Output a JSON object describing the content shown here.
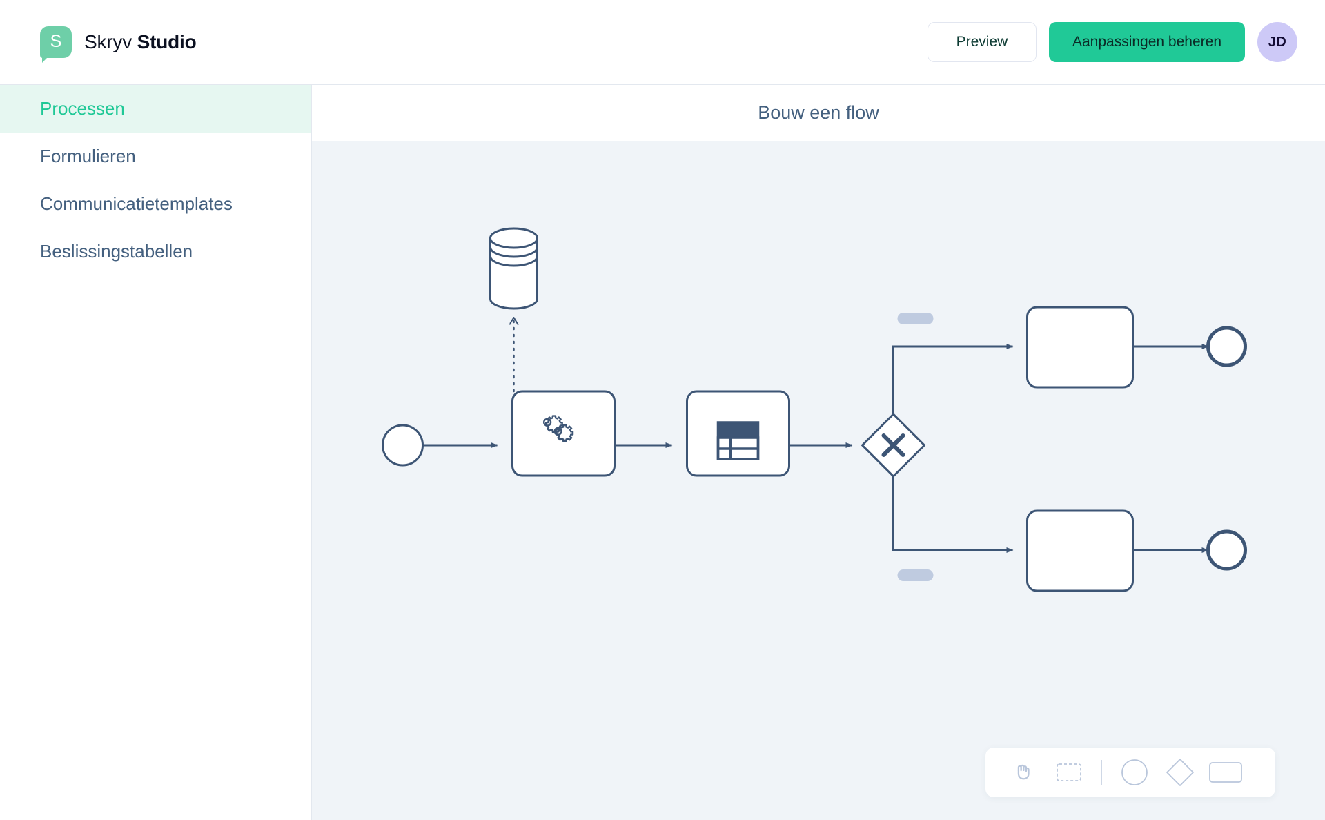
{
  "app": {
    "brand_prefix": "Skryv",
    "brand_bold": "Studio",
    "logo_letter": "S",
    "logo_icon": "speech-bubble-icon"
  },
  "topbar": {
    "preview_label": "Preview",
    "primary_label": "Aanpassingen beheren",
    "avatar_initials": "JD",
    "colors": {
      "primary_green": "#20c997",
      "brand_green": "#6ecfa8",
      "avatar_bg": "#cdc9f7",
      "avatar_text": "#120b33",
      "preview_text": "#0d3b33"
    }
  },
  "sidebar": {
    "items": [
      {
        "label": "Processen",
        "active": true
      },
      {
        "label": "Formulieren",
        "active": false
      },
      {
        "label": "Communicatietemplates",
        "active": false
      },
      {
        "label": "Beslissingstabellen",
        "active": false
      }
    ],
    "colors": {
      "active_bg": "#e6f7f1",
      "active_text": "#1fc896",
      "text": "#44607f"
    }
  },
  "flow": {
    "title": "Bouw een flow",
    "canvas_bg": "#f0f4f8",
    "stroke": "#3d5575",
    "placeholder_fill": "#bfcbe0",
    "nodes": [
      {
        "id": "start",
        "type": "start-event",
        "shape": "circle",
        "label": ""
      },
      {
        "id": "service-task",
        "type": "task",
        "icon": "gears-icon",
        "label": ""
      },
      {
        "id": "data-store",
        "type": "data-store",
        "icon": "database-icon",
        "label": ""
      },
      {
        "id": "decision-table-task",
        "type": "task",
        "icon": "table-icon",
        "label": ""
      },
      {
        "id": "gateway",
        "type": "exclusive-gateway",
        "icon": "x-icon",
        "label": ""
      },
      {
        "id": "task-top",
        "type": "task",
        "icon": "",
        "label": ""
      },
      {
        "id": "task-bottom",
        "type": "task",
        "icon": "",
        "label": ""
      },
      {
        "id": "end-top",
        "type": "end-event",
        "shape": "circle",
        "label": ""
      },
      {
        "id": "end-bottom",
        "type": "end-event",
        "shape": "circle",
        "label": ""
      }
    ],
    "edge_labels": [
      {
        "id": "branch-top-label",
        "text": "",
        "placeholder": true
      },
      {
        "id": "branch-bottom-label",
        "text": "",
        "placeholder": true
      }
    ]
  },
  "palette": {
    "tools": [
      {
        "name": "hand-tool",
        "icon": "hand-icon"
      },
      {
        "name": "lasso-tool",
        "icon": "dashed-rectangle-icon"
      },
      {
        "name": "divider",
        "icon": "divider"
      },
      {
        "name": "create-event",
        "icon": "circle-icon"
      },
      {
        "name": "create-gateway",
        "icon": "diamond-icon"
      },
      {
        "name": "create-task",
        "icon": "rounded-rectangle-icon"
      }
    ],
    "icon_color": "#b9c6db"
  }
}
